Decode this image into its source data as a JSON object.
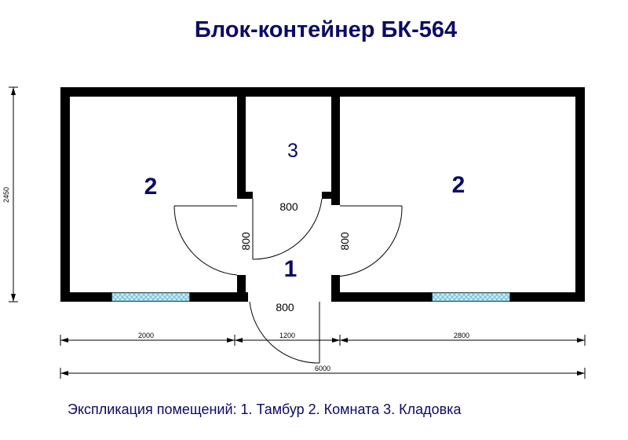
{
  "title": "Блок-контейнер БК-564",
  "caption": "Экспликация помещений: 1. Тамбур  2. Комната 3. Кладовка",
  "rooms": {
    "left": "2",
    "storage": "3",
    "right": "2",
    "vestibule": "1"
  },
  "doors": {
    "storage": "800",
    "left": "800",
    "right": "800",
    "entrance": "800"
  },
  "dimensions": {
    "height": "2450",
    "left_width": "2000",
    "middle_width": "1200",
    "right_width": "2800",
    "total_width": "6000"
  },
  "colors": {
    "wall": "#000000",
    "label": "#0b0b66",
    "window_fill": "#c8ecf5",
    "window_hatch": "#6ab7cf"
  }
}
